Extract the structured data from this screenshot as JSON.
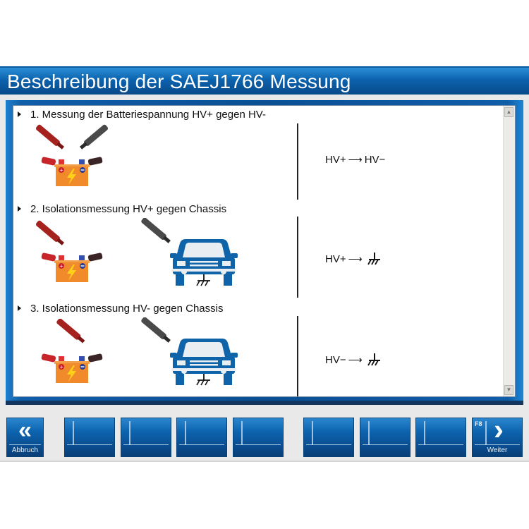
{
  "window": {
    "title": "Beschreibung der SAEJ1766 Messung"
  },
  "sections": [
    {
      "heading": "1. Messung der Batteriespannung HV+ gegen HV-",
      "formula_left": "HV+",
      "formula_arrow": "⟶",
      "formula_right": "HV−",
      "icons": [
        "battery-with-probes-icon"
      ]
    },
    {
      "heading": "2. Isolationsmessung HV+ gegen Chassis",
      "formula_left": "HV+",
      "formula_arrow": "⟶",
      "formula_right_icon": "ground-symbol-icon",
      "icons": [
        "battery-with-red-probe-icon",
        "car-chassis-with-black-probe-icon"
      ]
    },
    {
      "heading": "3. Isolationsmessung HV- gegen Chassis",
      "formula_left": "HV−",
      "formula_arrow": "⟶",
      "formula_right_icon": "ground-symbol-icon",
      "icons": [
        "battery-with-red-probe-icon",
        "car-chassis-with-black-probe-icon"
      ]
    }
  ],
  "scrollbar": {
    "up_glyph": "▲",
    "down_glyph": "▼"
  },
  "buttons": {
    "cancel": {
      "label": "Abbruch",
      "glyph": "«"
    },
    "next": {
      "label": "Weiter",
      "key": "F8",
      "glyph": "›"
    },
    "empty_count": 7
  },
  "colors": {
    "title_bar": "#0c62ad",
    "button_blue": "#0d64ae",
    "frame_dark": "#12365f",
    "battery_orange": "#f08a2a",
    "car_blue": "#0f63a8",
    "probe_red": "#a5221f",
    "probe_black": "#4a4a4a"
  }
}
